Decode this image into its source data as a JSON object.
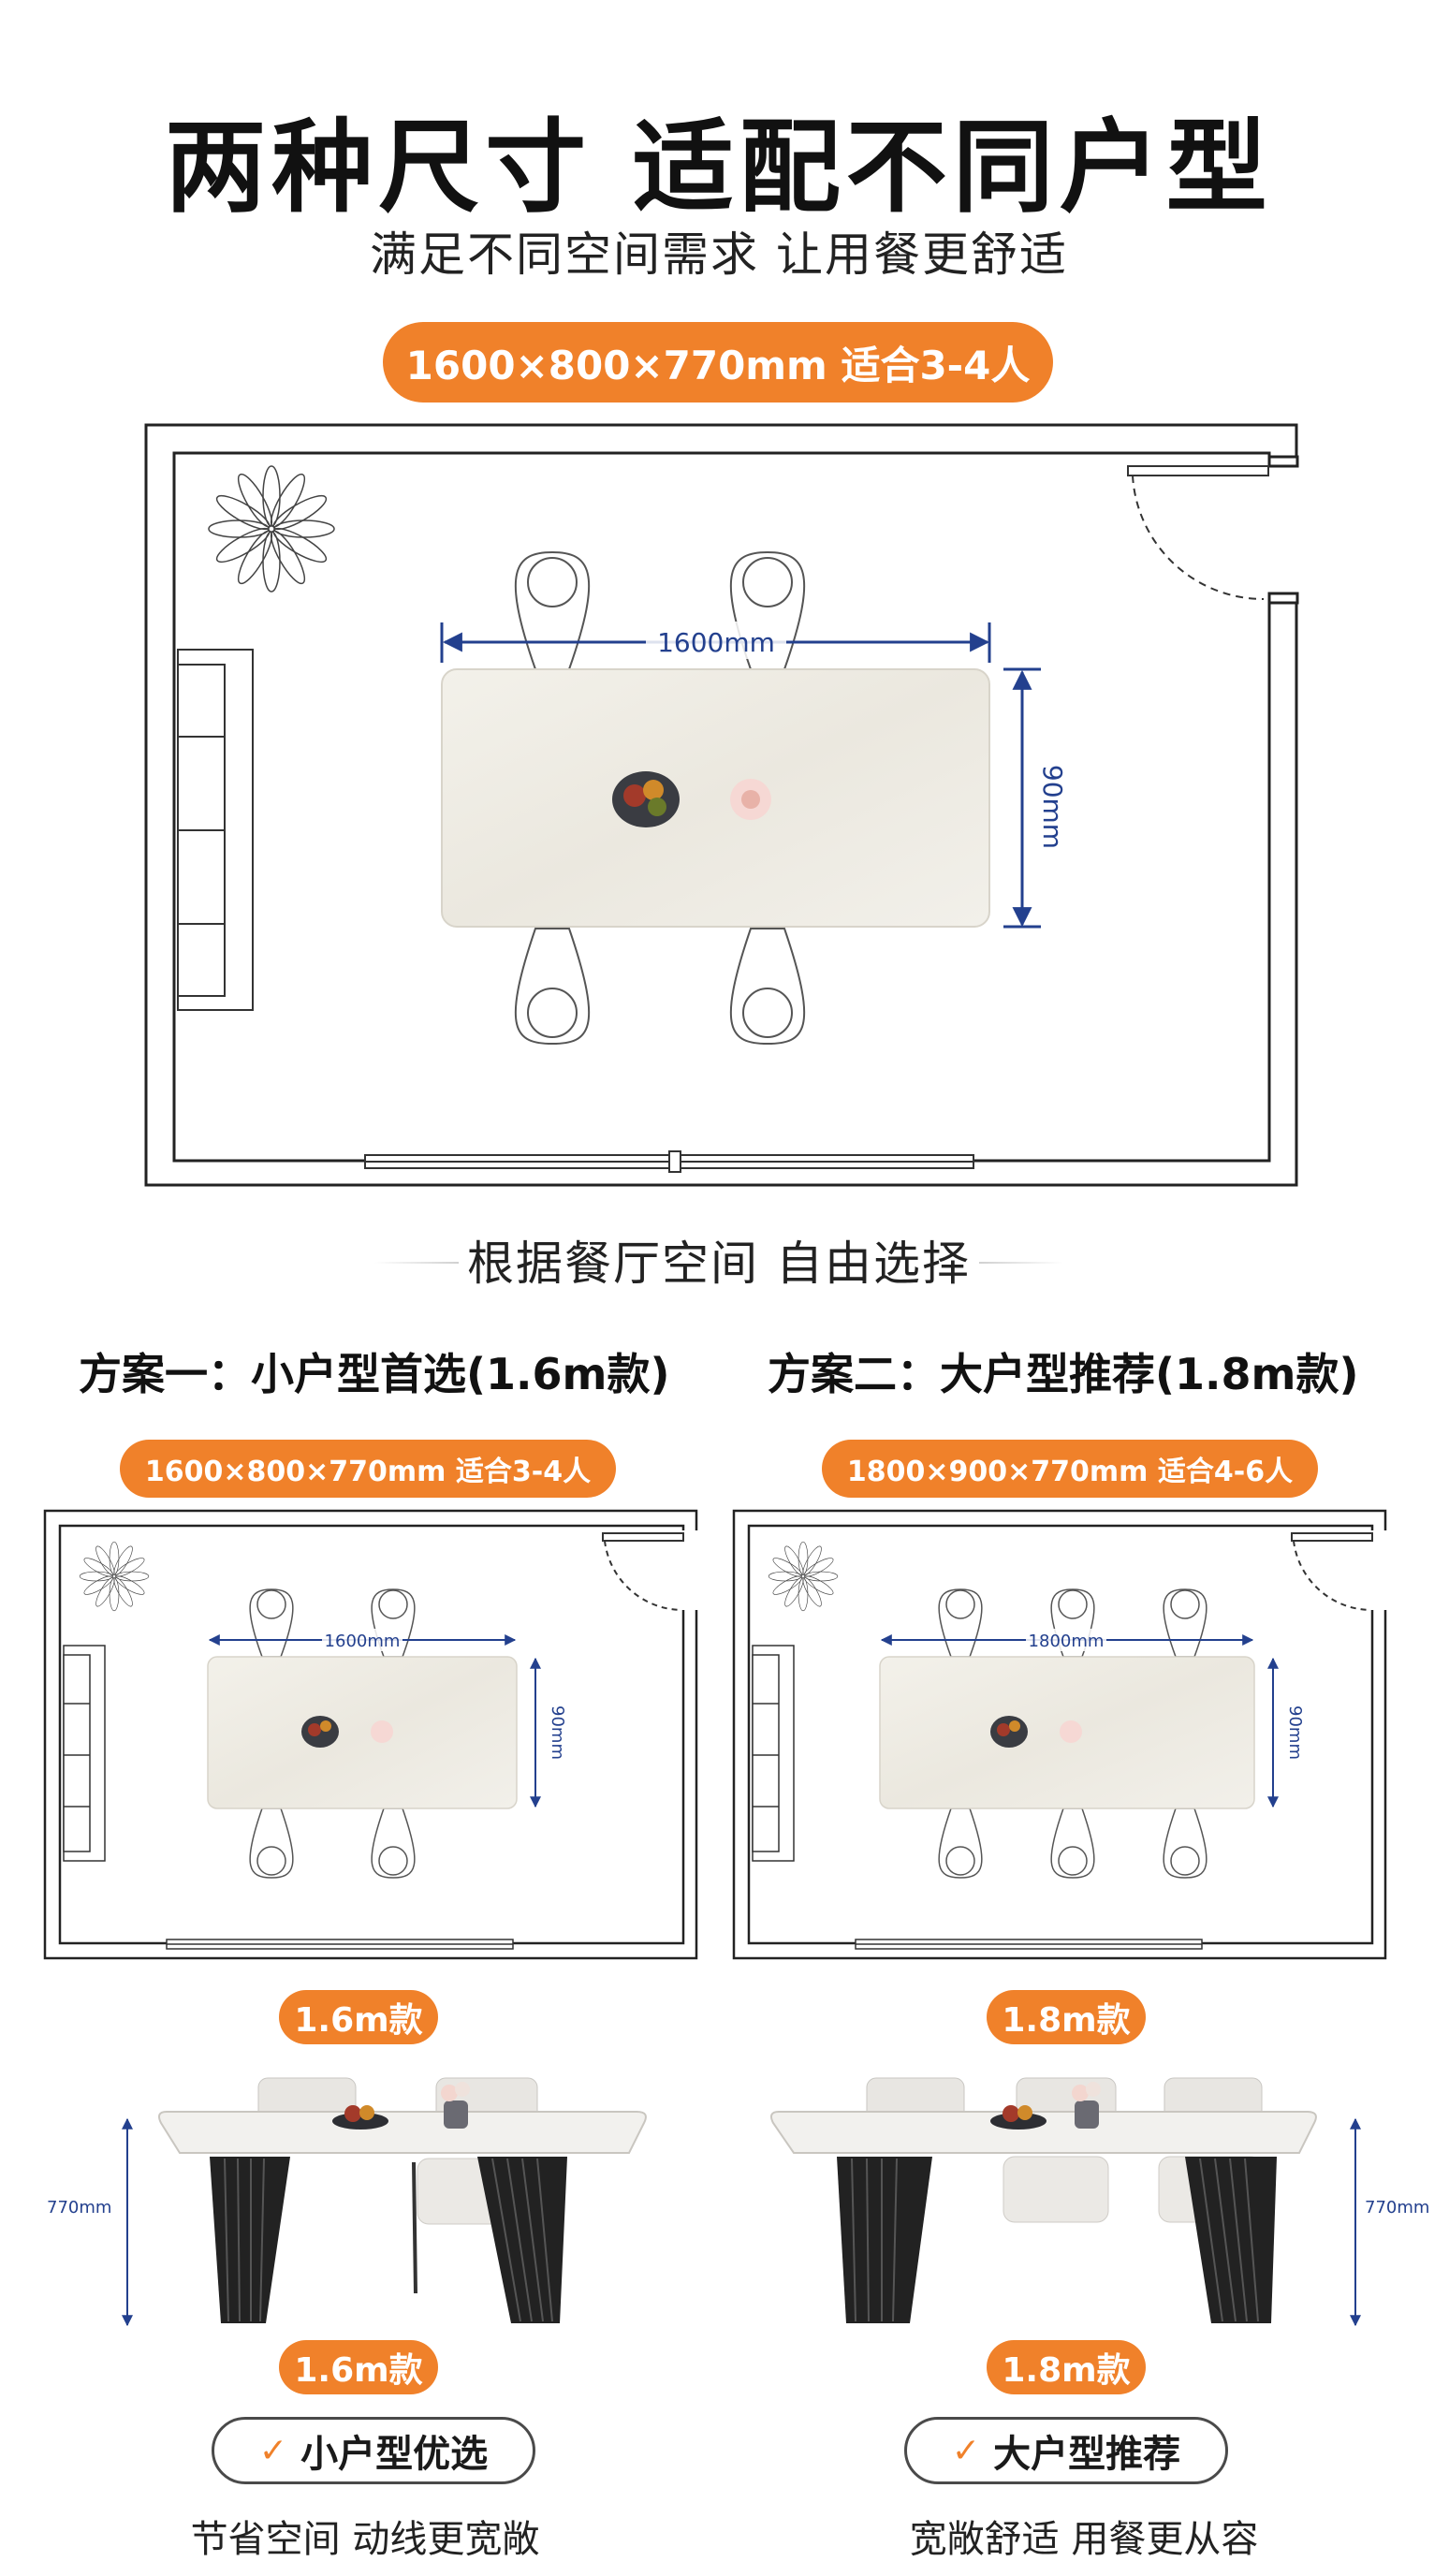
{
  "header": {
    "title": "两种尺寸 适配不同户型",
    "subtitle": "满足不同空间需求 让用餐更舒适",
    "main_spec": "1600×800×770mm 适合3-4人"
  },
  "main_plan": {
    "width_label": "1600mm",
    "depth_label": "90mm"
  },
  "section_heading": "根据餐厅空间 自由选择",
  "plans": [
    {
      "title": "方案一：小户型首选(1.6m款)",
      "spec": "1600×800×770mm 适合3-4人",
      "width_label": "1600mm",
      "depth_label": "90mm",
      "size_badge": "1.6m款",
      "height_label": "770mm",
      "model_badge": "1.6m款",
      "recommend": "小户型优选",
      "caption": "节省空间 动线更宽敞"
    },
    {
      "title": "方案二：大户型推荐(1.8m款)",
      "spec": "1800×900×770mm 适合4-6人",
      "width_label": "1800mm",
      "depth_label": "90mm",
      "size_badge": "1.8m款",
      "height_label": "770mm",
      "model_badge": "1.8m款",
      "recommend": "大户型推荐",
      "caption": "宽敞舒适 用餐更从容"
    }
  ],
  "colors": {
    "accent": "#f0812a",
    "dimension": "#23408e",
    "wall": "#222222",
    "tabletop": "#efece4"
  },
  "icons": [
    "checkmark-icon",
    "plant-icon",
    "chair-icon",
    "fruit-bowl-icon",
    "flower-icon",
    "sofa-icon",
    "door-icon"
  ]
}
